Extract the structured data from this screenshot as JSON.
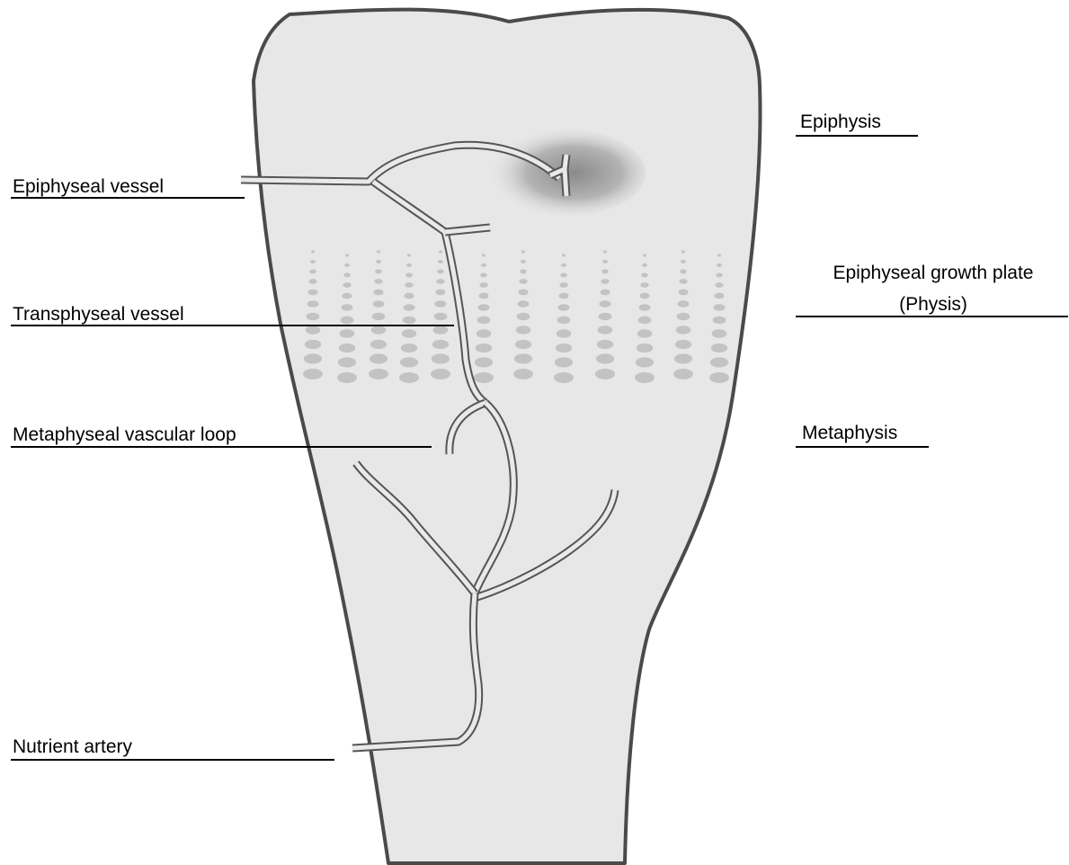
{
  "labels": {
    "epiphyseal_vessel": "Epiphyseal vessel",
    "transphyseal_vessel": "Transphyseal vessel",
    "metaphyseal_vascular_loop": "Metaphyseal vascular loop",
    "nutrient_artery": "Nutrient artery",
    "epiphysis": "Epiphysis",
    "growth_plate_line1": "Epiphyseal growth plate",
    "growth_plate_line2": "(Physis)",
    "metaphysis": "Metaphysis"
  },
  "colors": {
    "bone_fill": "#e7e7e7",
    "bone_outline": "#4a4a4a",
    "vessel_outline": "#555555",
    "physis_cells": "#c3c3c3",
    "lesion": "#8c8c8c"
  }
}
